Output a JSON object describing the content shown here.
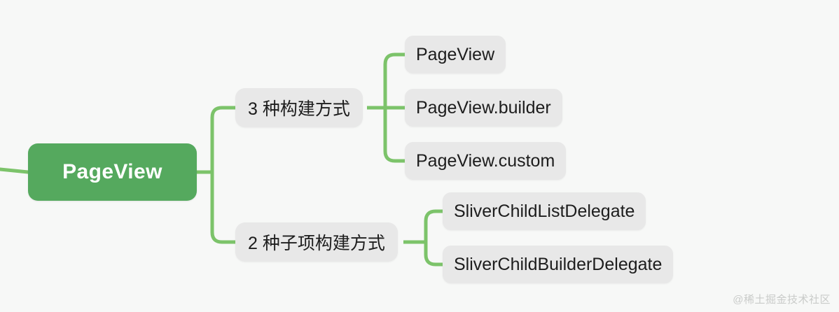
{
  "diagram": {
    "type": "mindmap",
    "background_color": "#f7f8f7",
    "root_color": "#55a95e",
    "node_color": "#e8e8e8",
    "edge_color": "#7cc36a",
    "root": {
      "label": "PageView"
    },
    "branches": [
      {
        "label": "3 种构建方式",
        "children": [
          {
            "label": "PageView"
          },
          {
            "label": "PageView.builder"
          },
          {
            "label": "PageView.custom"
          }
        ]
      },
      {
        "label": "2 种子项构建方式",
        "children": [
          {
            "label": "SliverChildListDelegate"
          },
          {
            "label": "SliverChildBuilderDelegate"
          }
        ]
      }
    ]
  },
  "watermark": {
    "text": "@稀土掘金技术社区"
  }
}
